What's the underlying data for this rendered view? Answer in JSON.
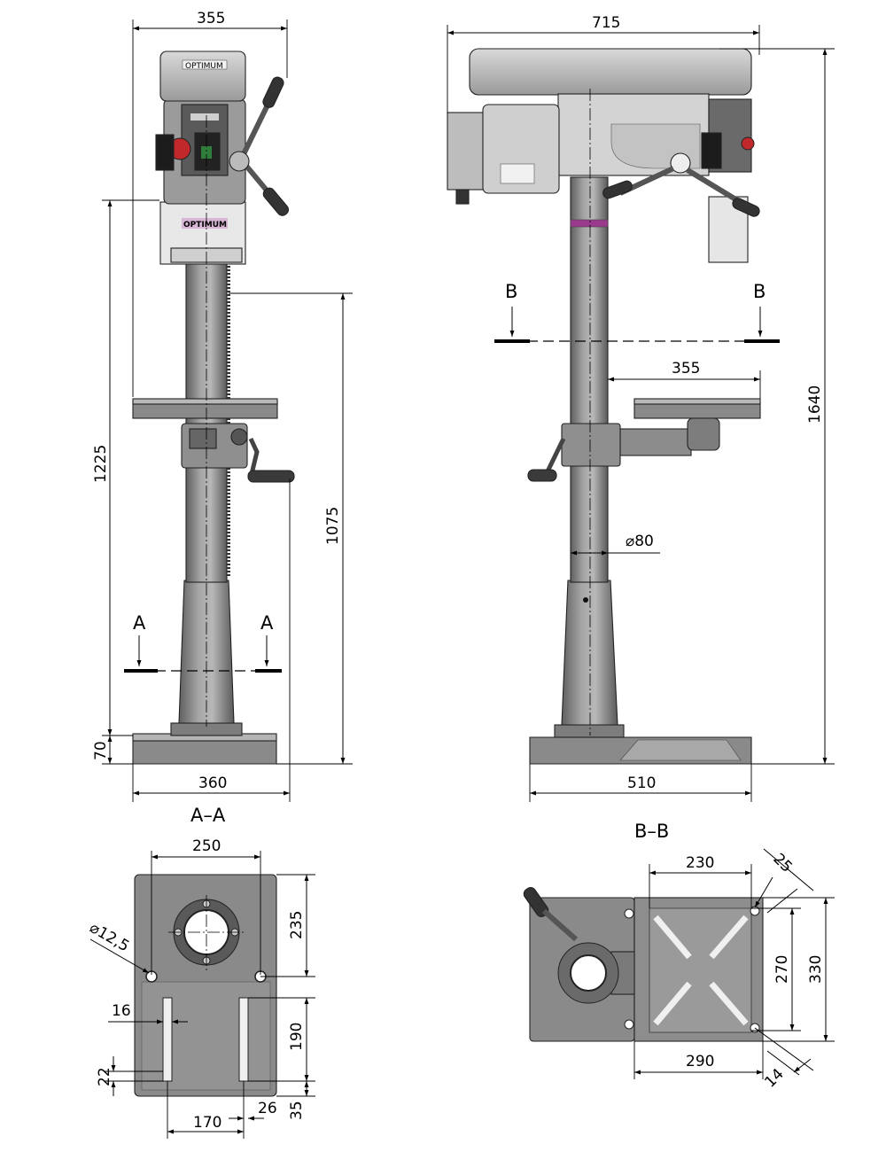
{
  "colors": {
    "body": "#8f8f8f",
    "body_dark": "#6d6d6d",
    "body_light": "#c9c9c9",
    "head_light": "#dedede",
    "accent_red": "#c0282c",
    "accent_green": "#2e7d3a",
    "accent_purple": "#9b3a8c"
  },
  "front_view": {
    "brand_label": "OPTIMUM",
    "guard_label": "OPTIMUM",
    "dim_top_width": "355",
    "dim_height_total": "1225",
    "dim_column_height": "1075",
    "dim_base_height": "70",
    "dim_base_width": "360",
    "section_marker_left": "A",
    "section_marker_right": "A"
  },
  "side_view": {
    "dim_top_width": "715",
    "dim_total_height": "1640",
    "dim_table_reach": "355",
    "dim_column_diameter": "⌀80",
    "dim_base_width": "510",
    "section_marker_left": "B",
    "section_marker_right": "B"
  },
  "section_aa": {
    "title": "A–A",
    "dim_slot_spacing": "250",
    "dim_hole_diameter": "⌀12,5",
    "dim_top_depth": "235",
    "dim_slot_width": "16",
    "dim_slot_length": "190",
    "dim_slot_end": "22",
    "dim_bottom_spacing": "170",
    "dim_edge_offset": "26",
    "dim_bottom_depth": "35"
  },
  "section_bb": {
    "title": "B–B",
    "dim_table_top": "230",
    "dim_corner_top": "25",
    "dim_inner_height": "270",
    "dim_outer_height": "330",
    "dim_table_bottom": "290",
    "dim_corner_bottom": "14"
  }
}
